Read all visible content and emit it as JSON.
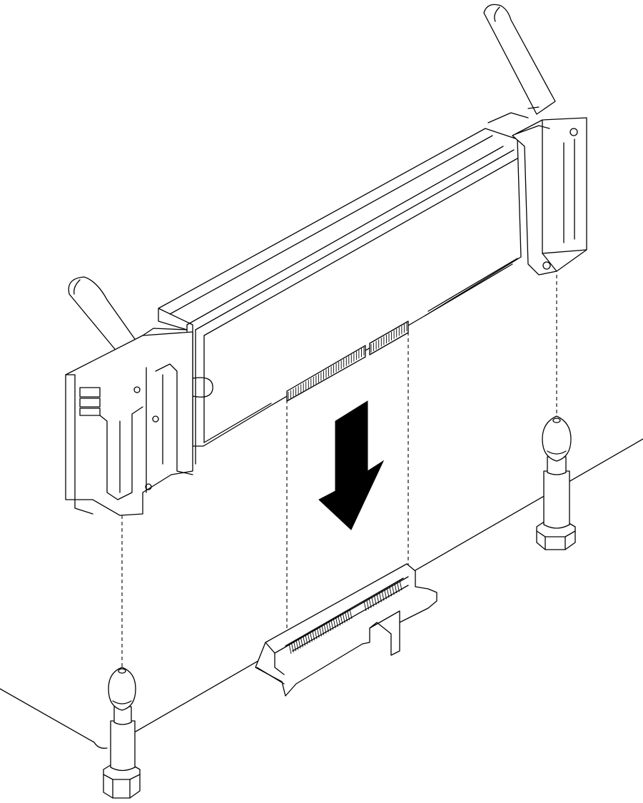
{
  "figure": {
    "type": "installation-diagram",
    "text_labels": [],
    "components": [
      "system-board-surface",
      "adapter-card",
      "left-latch-handle",
      "right-latch-handle",
      "left-bracket",
      "right-bracket",
      "edge-connector",
      "pcie-slot-connector",
      "left-standoff",
      "right-standoff",
      "insertion-arrow"
    ],
    "arrow_direction": "down",
    "colors": {
      "line": "#000000",
      "fill": "#ffffff",
      "arrow": "#000000"
    }
  }
}
